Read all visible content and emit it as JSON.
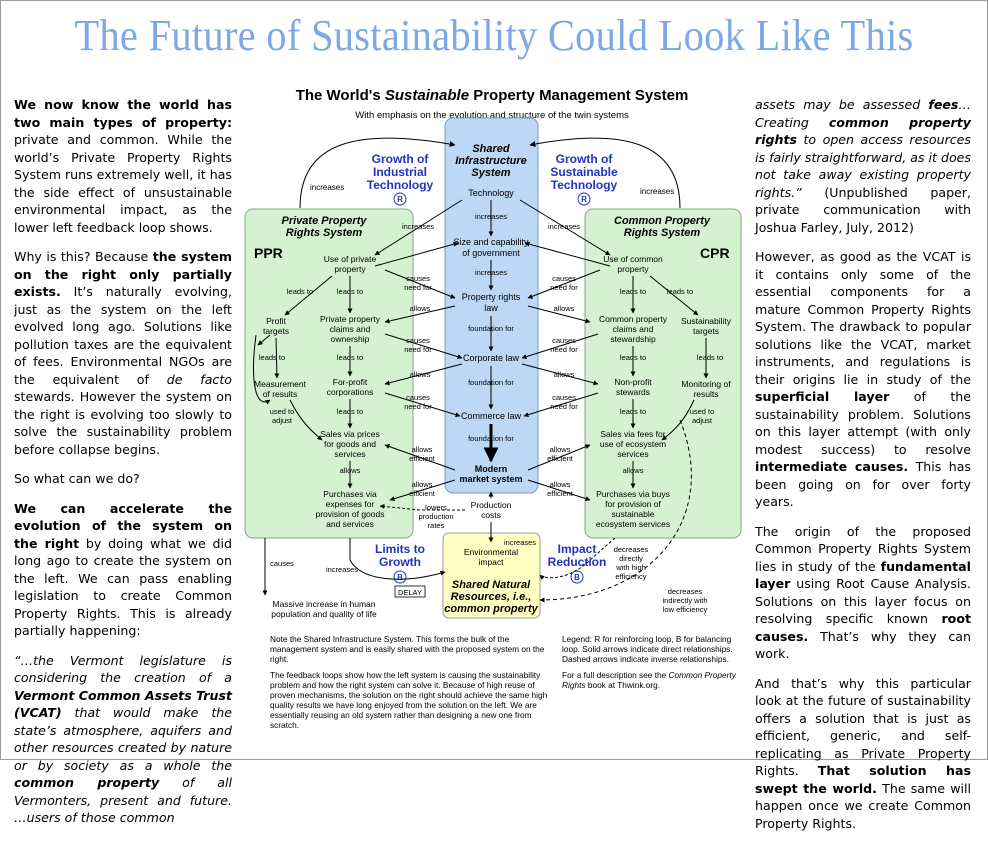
{
  "page_title": "The Future of Sustainability Could Look Like This",
  "left_column": {
    "p1": {
      "b1": "We now know the world has two main types of property:",
      "t1": " private and common. While the world’s Private Property Rights System runs extremely well, it has the side effect of unsustainable environmental impact, as the lower left feedback loop shows."
    },
    "p2": {
      "t1": "Why is this? Because ",
      "b1": "the system on the right only partially exists.",
      "t2": " It’s naturally evolving, just as the system on the left evolved long ago. Solutions like pollution taxes are the equivalent of fees. Environmental NGOs are the equivalent of ",
      "i1": "de facto",
      "t3": " stewards. However the system on the right is evolving too slowly to solve the sustainability problem before collapse begins."
    },
    "p3": {
      "t1": "So what can we do?"
    },
    "p4": {
      "b1": "We can accelerate the evolution of the system on the right",
      "t1": " by doing what we did long ago to create the system on the left. We can pass enabling legislation to create Common Property Rights. This is already partially happening:"
    },
    "p5": {
      "i1": "“…the Vermont legislature is considering the creation of a ",
      "bi1": "Vermont Common Assets Trust (VCAT)",
      "i2": " that would make the state’s atmosphere, aquifers and other resources created by nature or by society as a whole the ",
      "bi2": "common property",
      "i3": " of all Vermonters, present and future.  …users of those common"
    }
  },
  "right_column": {
    "p1": {
      "i1": "assets may be assessed ",
      "bi1": "fees",
      "i2": "… Creating ",
      "bi2": "common property rights",
      "i3": " to open access resources is fairly straightforward, as it does not take away existing property rights.”",
      "t1": " (Unpublished paper, private communication with Joshua Farley, July, 2012)"
    },
    "p2": {
      "t1": "However, as good as the VCAT is it contains only some of the essential components for a mature Common Property Rights System. The drawback to popular solutions like the VCAT, market instruments, and regulations is their origins lie in study of the ",
      "b1": "superficial layer",
      "t2": " of the sustainability problem. Solutions on this layer attempt (with only modest success) to resolve ",
      "b2": "intermediate causes.",
      "t3": " This has been going on for over forty years."
    },
    "p3": {
      "t1": "The origin of the proposed Common Property Rights System lies in study of the ",
      "b1": "fundamental layer",
      "t2": " using Root Cause Analysis. Solutions on this layer focus on resolving specific known ",
      "b2": "root causes.",
      "t3": " That’s why they can work."
    },
    "p4": {
      "t1": "And that’s why this particular look at the future of sustainability offers a solution that is just as efficient, generic, and self-replicating as Private Property Rights. ",
      "b1": "That solution has swept the world.",
      "t2": " The same will happen once we create Common Property Rights."
    }
  },
  "diagram": {
    "title_pre": "The World's ",
    "title_em": "Sustainable",
    "title_post": " Property Management System",
    "subtitle": "With emphasis on the evolution and structure of the twin systems",
    "center": {
      "title": [
        "Shared",
        "Infrastructure",
        "System"
      ],
      "nodes": [
        "Technology",
        "Size and capability",
        "of government",
        "Property rights",
        "law",
        "Corporate law",
        "Commerce law",
        "Modern",
        "market system"
      ],
      "edges": [
        "increases",
        "increases",
        "foundation for",
        "foundation for",
        "foundation for"
      ]
    },
    "left": {
      "title": [
        "Private Property",
        "Rights System"
      ],
      "abbr": "PPR",
      "nodes": [
        "Use of private",
        "property",
        "Profit",
        "targets",
        "Private property",
        "claims and",
        "ownership",
        "Measurement",
        "of results",
        "For-profit",
        "corporations",
        "Sales via prices",
        "for goods and",
        "services",
        "Purchases via",
        "expenses for",
        "provision of goods",
        "and services"
      ],
      "edges": [
        "leads to",
        "leads to",
        "leads to",
        "leads to",
        "used to",
        "adjust",
        "leads to",
        "allows"
      ]
    },
    "right": {
      "title": [
        "Common Property",
        "Rights System"
      ],
      "abbr": "CPR",
      "nodes": [
        "Use of common",
        "property",
        "Common property",
        "claims and",
        "stewardship",
        "Sustainability",
        "targets",
        "Non-profit",
        "stewards",
        "Monitoring of",
        "results",
        "Sales via fees for",
        "use of ecosystem",
        "services",
        "Purchases via buys",
        "for provision of",
        "sustainable",
        "ecosystem services"
      ],
      "edges": [
        "leads to",
        "leads to",
        "leads to",
        "leads to",
        "used to",
        "adjust",
        "leads to",
        "allows"
      ]
    },
    "between": [
      "increases",
      "increases",
      "increases",
      "increases",
      "causes",
      "need for",
      "causes",
      "need for",
      "allows",
      "allows",
      "causes",
      "need for",
      "causes",
      "need for",
      "allows",
      "allows",
      "causes",
      "need for",
      "causes",
      "need for",
      "allows",
      "efficient",
      "allows",
      "efficient",
      "allows",
      "efficient",
      "allows",
      "efficient"
    ],
    "loops": {
      "growth_industrial": [
        "Growth of",
        "Industrial",
        "Technology"
      ],
      "growth_sustainable": [
        "Growth of",
        "Sustainable",
        "Technology"
      ],
      "limits": [
        "Limits to",
        "Growth"
      ],
      "impact": [
        "Impact",
        "Reduction"
      ],
      "R": "R",
      "B": "B"
    },
    "bottom": {
      "production_costs": [
        "Production",
        "costs"
      ],
      "lowers": [
        "lowers",
        "production",
        "rates"
      ],
      "increases_a": "increases",
      "increases_b": "increases",
      "causes": "causes",
      "delay": "DELAY",
      "massive": [
        "Massive increase in human",
        "population and quality of life"
      ],
      "env_impact": [
        "Environmental",
        "impact"
      ],
      "snr": [
        "Shared Natural",
        "Resources, i.e.,",
        "common property"
      ],
      "dec_direct": [
        "decreases",
        "directly",
        "with high",
        "efficiency"
      ],
      "dec_indirect": [
        "decreases",
        "indirectly with",
        "low efficiency"
      ]
    },
    "notes_left": {
      "n1": "Note the Shared Infrastructure System. This forms the bulk of the management system and is easily shared with the proposed system on the right.",
      "n2": "The feedback loops show how the left system is causing the sustainability problem and how the right system can solve it. Because of high reuse of proven mechanisms, the solution on the right should achieve the same high quality results we have long enjoyed from the solution on the left. We are essentially reusing an old system rather than designing a new one from scratch."
    },
    "notes_right": {
      "n1": "Legend: R for reinforcing loop, B for balancing loop. Solid arrows indicate direct relationships. Dashed arrows indicate inverse relationships.",
      "n2_pre": "For a full description see the ",
      "n2_em": "Common Property Rights",
      "n2_post": " book at Thwink.org."
    }
  },
  "colors": {
    "title": "#7da8e8",
    "center_fill": "#bcd8f5",
    "side_fill": "#d6f0d2",
    "snr_fill": "#ffffc4",
    "loop_text": "#2233bb"
  }
}
